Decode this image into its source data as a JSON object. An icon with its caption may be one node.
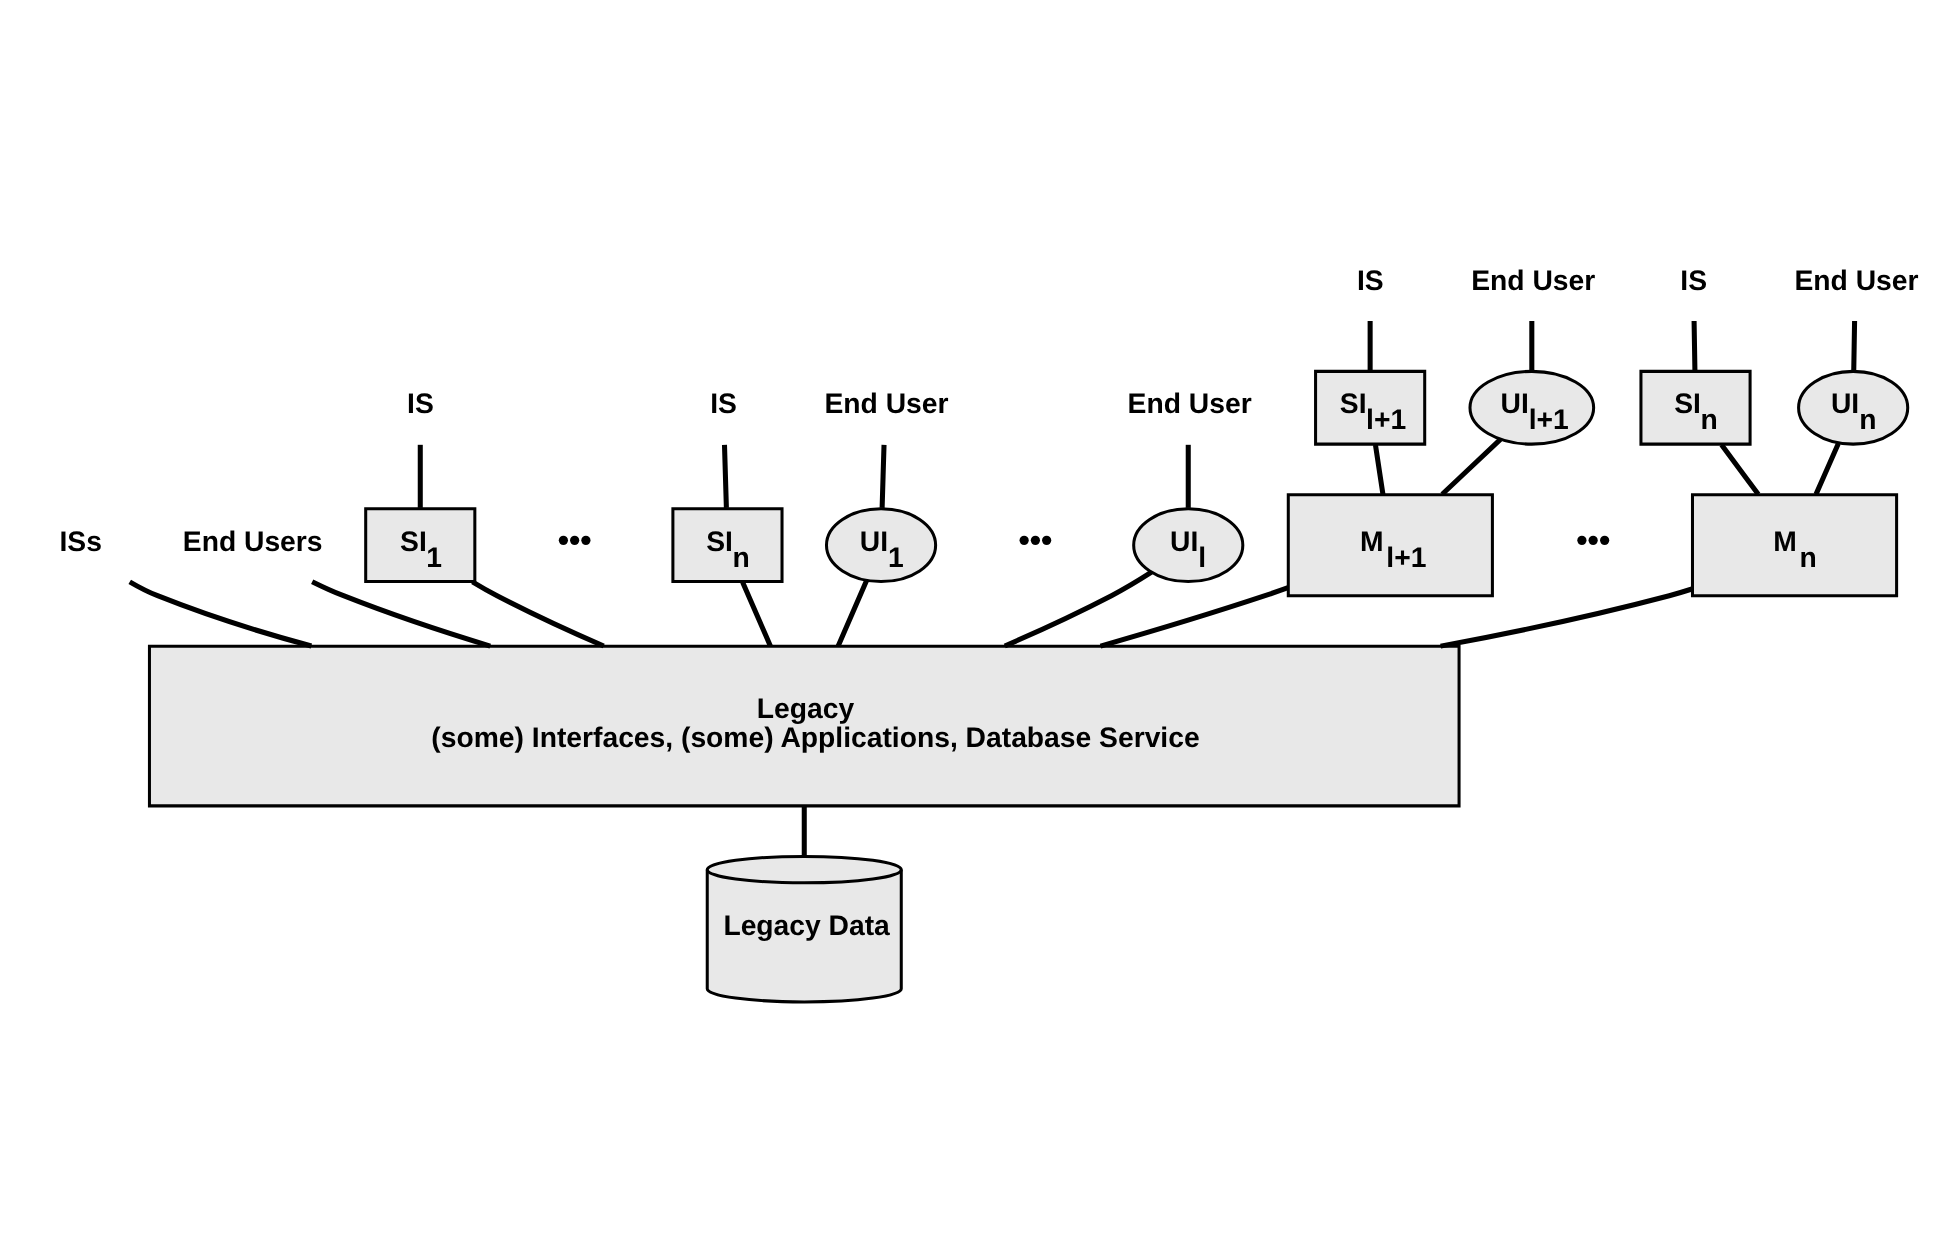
{
  "diagram": {
    "nodes": [
      {
        "text": [
          "Legacy",
          "(some) Interfaces, (some) Applications, Database Service"
        ]
      },
      {
        "text": [
          "Legacy Data"
        ]
      },
      {
        "text": [
          "ISs"
        ]
      },
      {
        "text": [
          "End Users"
        ]
      },
      {
        "text": [
          "IS"
        ]
      },
      {
        "text": [
          "SI$_{1}$"
        ]
      },
      {
        "text": [
          "IS"
        ]
      },
      {
        "text": [
          "SI$_{n}$"
        ]
      },
      {
        "text": [
          "End User"
        ]
      },
      {
        "text": [
          "UI$_{1}$"
        ]
      },
      {
        "text": [
          "End User"
        ]
      },
      {
        "text": [
          "UI$_{l}$"
        ]
      },
      {
        "text": [
          "IS"
        ]
      },
      {
        "text": [
          "SI$_{l+1}$"
        ]
      },
      {
        "text": [
          "End User"
        ]
      },
      {
        "text": [
          "UI$_{l+1}$"
        ]
      },
      {
        "text": [
          "M$_{l+1}$"
        ]
      },
      {
        "text": [
          "IS"
        ]
      },
      {
        "text": [
          "SI$_{n}$"
        ]
      },
      {
        "text": [
          "End User"
        ]
      },
      {
        "text": [
          "UI$_{n}$"
        ]
      },
      {
        "text": [
          "M$_{n}$"
        ]
      }
    ],
    "edges": [
      {
        "from": 2,
        "to": 0,
        "arrow": "none"
      },
      {
        "from": 3,
        "to": 0,
        "arrow": "none"
      },
      {
        "from": 4,
        "to": 5,
        "arrow": "none"
      },
      {
        "from": 5,
        "to": 0,
        "arrow": "none"
      },
      {
        "from": 6,
        "to": 7,
        "arrow": "none"
      },
      {
        "from": 7,
        "to": 0,
        "arrow": "none"
      },
      {
        "from": 8,
        "to": 9,
        "arrow": "none"
      },
      {
        "from": 9,
        "to": 0,
        "arrow": "none"
      },
      {
        "from": 10,
        "to": 11,
        "arrow": "none"
      },
      {
        "from": 11,
        "to": 0,
        "arrow": "none"
      },
      {
        "from": 12,
        "to": 13,
        "arrow": "none"
      },
      {
        "from": 13,
        "to": 16,
        "arrow": "none"
      },
      {
        "from": 14,
        "to": 15,
        "arrow": "none"
      },
      {
        "from": 15,
        "to": 16,
        "arrow": "none"
      },
      {
        "from": 16,
        "to": 0,
        "arrow": "none"
      },
      {
        "from": 17,
        "to": 18,
        "arrow": "none"
      },
      {
        "from": 18,
        "to": 21,
        "arrow": "none"
      },
      {
        "from": 19,
        "to": 20,
        "arrow": "none"
      },
      {
        "from": 20,
        "to": 21,
        "arrow": "none"
      },
      {
        "from": 21,
        "to": 0,
        "arrow": "none"
      },
      {
        "from": 0,
        "to": 1,
        "arrow": "none"
      }
    ],
    "labels": [
      "•••",
      "•••",
      "•••"
    ]
  }
}
